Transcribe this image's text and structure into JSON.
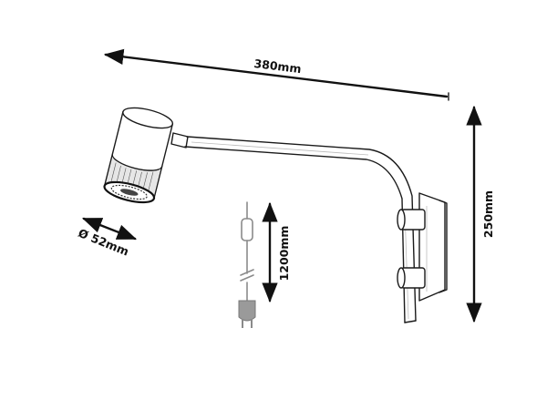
{
  "dimensions": {
    "arm_length": "380mm",
    "height": "250mm",
    "cable_length": "1200mm",
    "diameter": "Ø 52mm"
  },
  "colors": {
    "ink": "#1a1a1a",
    "cable": "#8a8a8a",
    "background": "#ffffff"
  }
}
